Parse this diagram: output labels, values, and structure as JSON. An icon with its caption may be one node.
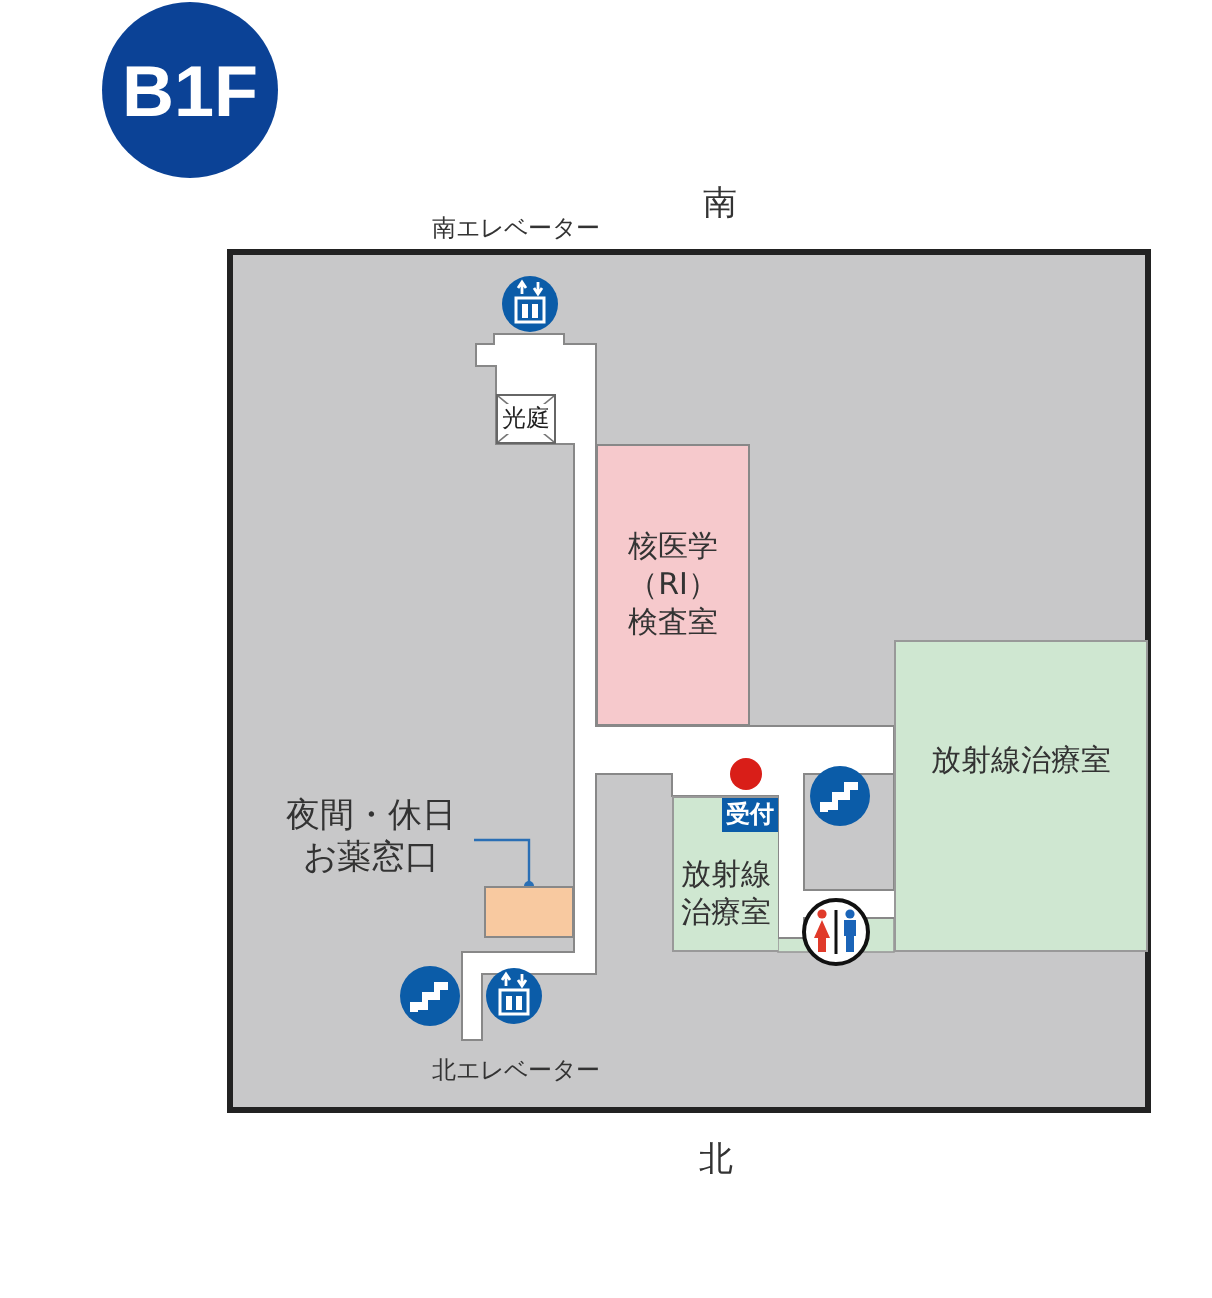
{
  "diagram": {
    "nodes": [
      {
        "text": [
          "B1F"
        ]
      },
      {
        "text": [
          "光庭"
        ]
      },
      {
        "text": [
          "核医学（RI）検査室"
        ]
      },
      {
        "text": [
          "放射線治療室"
        ]
      },
      {
        "text": [
          "放射線治療室"
        ]
      },
      {
        "text": [
          "受付"
        ],
        "in": 4
      },
      {
        "text": [
          "夜間・休日お薬窓口"
        ]
      },
      {
        "text": [],
        "shape": "box"
      }
    ],
    "edges": [
      {
        "from": 6,
        "to": 7,
        "arrow": "other",
        "color": "#2a6fb5"
      }
    ],
    "labels": [
      "南",
      "南エレベーター",
      "北エレベーター",
      "北"
    ]
  }
}
